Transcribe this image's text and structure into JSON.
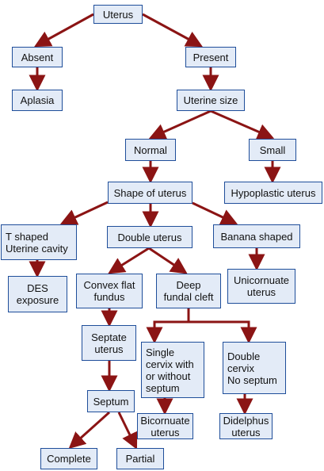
{
  "diagram": {
    "line_color": "#8b1414",
    "box_fill": "#e3ebf7",
    "box_border": "#1f4e9a",
    "nodes": {
      "uterus": "Uterus",
      "absent": "Absent",
      "present": "Present",
      "aplasia": "Aplasia",
      "uterine_size": "Uterine size",
      "normal": "Normal",
      "small": "Small",
      "hypoplastic": "Hypoplastic uterus",
      "shape": "Shape of uterus",
      "t_shaped": "T shaped\nUterine cavity",
      "double_uterus": "Double uterus",
      "banana": "Banana shaped",
      "des": "DES\nexposure",
      "convex": "Convex flat\nfundus",
      "deep_cleft": "Deep\nfundal cleft",
      "unicornuate": "Unicornuate\nuterus",
      "septate": "Septate\nuterus",
      "single_cervix": "Single\ncervix with\nor without\nseptum",
      "double_cervix": "Double\ncervix\nNo septum",
      "septum": "Septum",
      "bicornuate": "Bicornuate\nuterus",
      "didelphus": "Didelphus\nuterus",
      "complete": "Complete",
      "partial": "Partial"
    }
  }
}
